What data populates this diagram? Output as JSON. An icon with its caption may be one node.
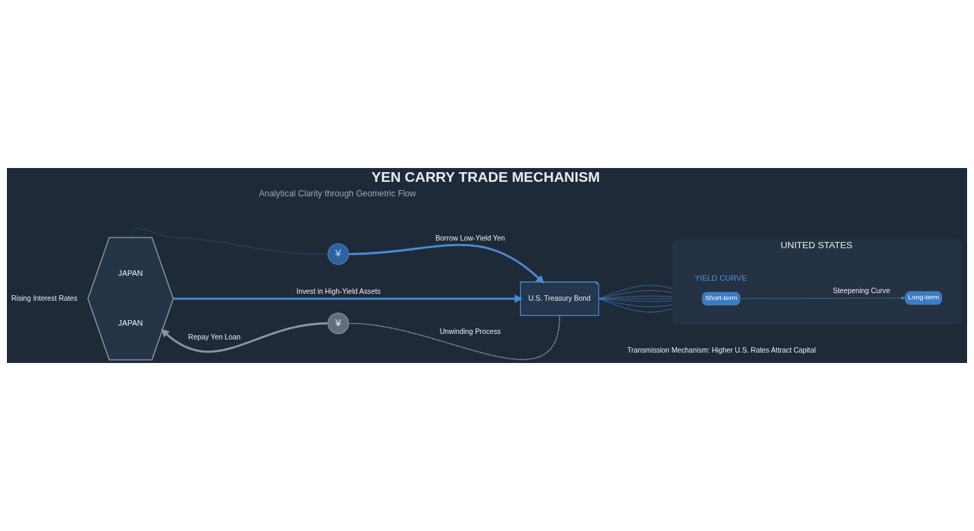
{
  "diagram": {
    "title": "YEN CARRY TRADE MECHANISM",
    "nodes": [
      {
        "text": [
          "JAPAN",
          "JAPAN"
        ],
        "beside": [
          "Rising Interest Rates"
        ]
      },
      {
        "text": [
          "¥"
        ]
      },
      {
        "text": [
          "U.S. Treasury Bond"
        ]
      },
      {
        "text": [
          "UNITED STATES"
        ],
        "beside": [
          "Transmission Mechanism: Higher U.S. Rates Attract Capital"
        ]
      },
      {
        "text": [
          "Long-term"
        ],
        "in": 3
      },
      {
        "text": [
          "Short-term"
        ],
        "in": 3
      },
      {
        "text": [
          "¥"
        ]
      }
    ],
    "edges": [
      {
        "from": 0,
        "to": 1,
        "arrow": "none",
        "color": "#35587f"
      },
      {
        "from": 1,
        "to": 2,
        "arrow": "to",
        "label": "Borrow Low-Yield Yen",
        "style": "thick"
      },
      {
        "from": 0,
        "to": 2,
        "arrow": "to",
        "label": "Invest in High-Yield Assets",
        "style": "thick"
      },
      {
        "from": 2,
        "to": 6,
        "arrow": "none",
        "label": "Unwinding Process",
        "style": "dashed",
        "color": "#8a95a2"
      },
      {
        "from": 6,
        "to": 0,
        "arrow": "to",
        "label": "Repay Yen Loan",
        "style": "thick",
        "color": "#8a95a2"
      },
      {
        "from": 2,
        "to": 3,
        "arrow": "none"
      },
      {
        "from": 2,
        "to": 3,
        "arrow": "none"
      },
      {
        "from": 2,
        "to": 3,
        "arrow": "none"
      },
      {
        "from": 2,
        "to": 3,
        "arrow": "none"
      },
      {
        "from": 2,
        "to": 3,
        "arrow": "none"
      },
      {
        "from": 2,
        "to": 3,
        "arrow": "none"
      },
      {
        "from": 2,
        "to": 3,
        "arrow": "none"
      },
      {
        "from": 5,
        "to": 4,
        "arrow": "to",
        "label": "Steepening Curve"
      }
    ],
    "labels": [
      "Analytical Clarity through Geometric Flow",
      "YIELD CURVE"
    ]
  }
}
